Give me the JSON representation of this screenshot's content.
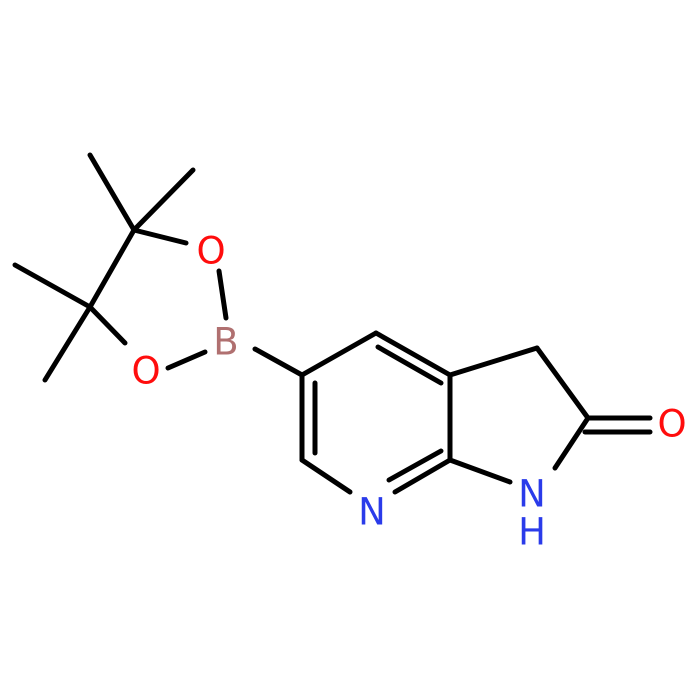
{
  "molecule": {
    "atoms": [
      {
        "id": "O1",
        "label": "O",
        "color": "#ff0d0d"
      },
      {
        "id": "O2",
        "label": "O",
        "color": "#ff0d0d"
      },
      {
        "id": "B",
        "label": "B",
        "color": "#b07070"
      },
      {
        "id": "O3",
        "label": "O",
        "color": "#ff0d0d"
      },
      {
        "id": "N1",
        "label": "N",
        "color": "#2a3bea"
      },
      {
        "id": "NH_N",
        "label": "N",
        "color": "#2a3bea"
      },
      {
        "id": "NH_H",
        "label": "H",
        "color": "#2a3bea"
      }
    ],
    "bond_color": "#000000",
    "background": "#ffffff"
  }
}
